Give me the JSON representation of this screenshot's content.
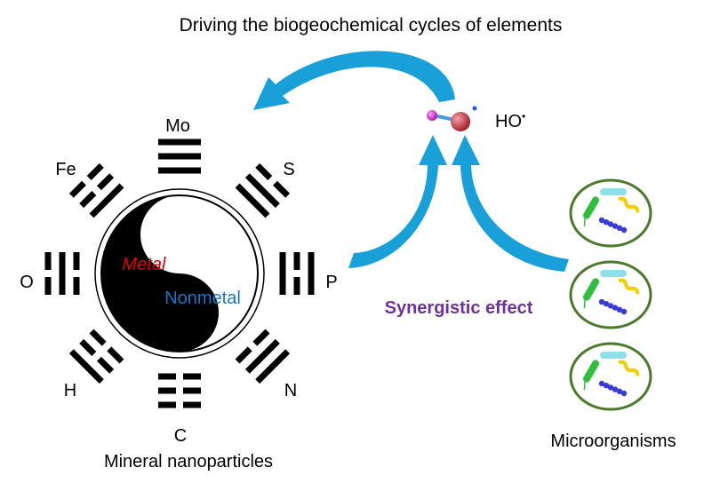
{
  "title": "Driving the biogeochemical cycles of elements",
  "radical": {
    "label": "HO",
    "dot": "•"
  },
  "synergy": {
    "label": "Synergistic effect"
  },
  "mineral": {
    "caption": "Mineral nanoparticles",
    "yin_yang": {
      "metal_label": "Metal",
      "nonmetal_label": "Nonmetal"
    },
    "elements": [
      "Mo",
      "S",
      "P",
      "N",
      "C",
      "H",
      "O",
      "Fe"
    ]
  },
  "microbes": {
    "caption": "Microorganisms",
    "cell_count": 3
  },
  "colors": {
    "arrow": "#1aa0d8",
    "metal_text": "#e00000",
    "nonmetal_text": "#1a74c4",
    "synergy_text": "#7030a0",
    "cell_border": "#4a7a2a",
    "cell_fill": "#ffffff",
    "bacterium_green": "#2fbf3f",
    "bacterium_yellow": "#f0d000",
    "bacterium_blue": "#3a3ad6",
    "bacterium_cyan": "#8de0e8",
    "oxygen_atom": "#c0303a",
    "hydrogen_atom": "#c020c0"
  }
}
